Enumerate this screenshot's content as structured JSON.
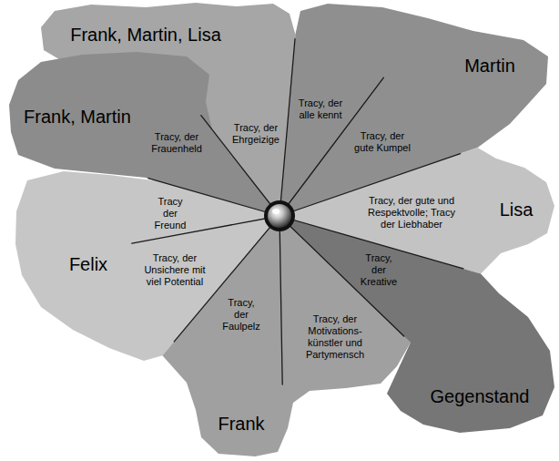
{
  "diagram": {
    "nodes": [
      {
        "text": [
          "Frank, Martin, Lisa",
          "Tracy, der Ehrgeizige"
        ]
      },
      {
        "text": [
          "Martin",
          "Tracy, der alle kennt",
          "Tracy, der gute Kumpel"
        ]
      },
      {
        "text": [
          "Frank, Martin",
          "Tracy, der Frauenheld"
        ]
      },
      {
        "text": [
          "Lisa",
          "Tracy, der gute und Respektvolle; Tracy der Liebhaber"
        ]
      },
      {
        "text": [
          "Felix",
          "Tracy der Freund",
          "Tracy, der Unsichere mit viel Potential"
        ]
      },
      {
        "text": [
          "Frank",
          "Tracy, der Faulpelz",
          "Tracy, der Motivations- künstler und Partymensch"
        ]
      },
      {
        "text": [
          "Gegenstand",
          "Tracy, der Kreative"
        ]
      }
    ]
  }
}
